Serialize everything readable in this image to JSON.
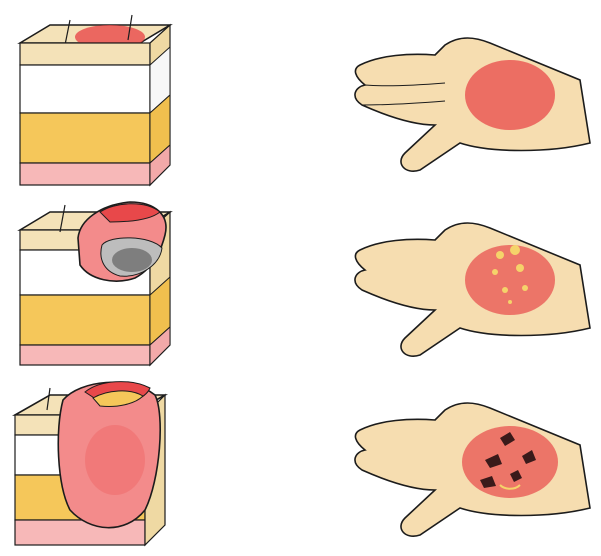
{
  "figure": {
    "rows": [
      {
        "degree": "first",
        "skin_block": "skin-block-first-degree",
        "hand": "hand-first-degree",
        "blisters": false,
        "charring": false
      },
      {
        "degree": "second",
        "skin_block": "skin-block-second-degree",
        "hand": "hand-second-degree",
        "blisters": true,
        "charring": false
      },
      {
        "degree": "third",
        "skin_block": "skin-block-third-degree",
        "hand": "hand-third-degree",
        "blisters": true,
        "charring": true
      }
    ],
    "colors": {
      "epidermis": "#f4e2b8",
      "dermis": "#ffffff",
      "fat": "#f5c75a",
      "muscle": "#f7b8b8",
      "burn_red": "#e8484a",
      "burn_pink": "#f38b8b",
      "blister": "#f5d36a",
      "skin": "#f6ddb0",
      "outline": "#1c1c1c",
      "char": "#3a1a1a"
    }
  }
}
